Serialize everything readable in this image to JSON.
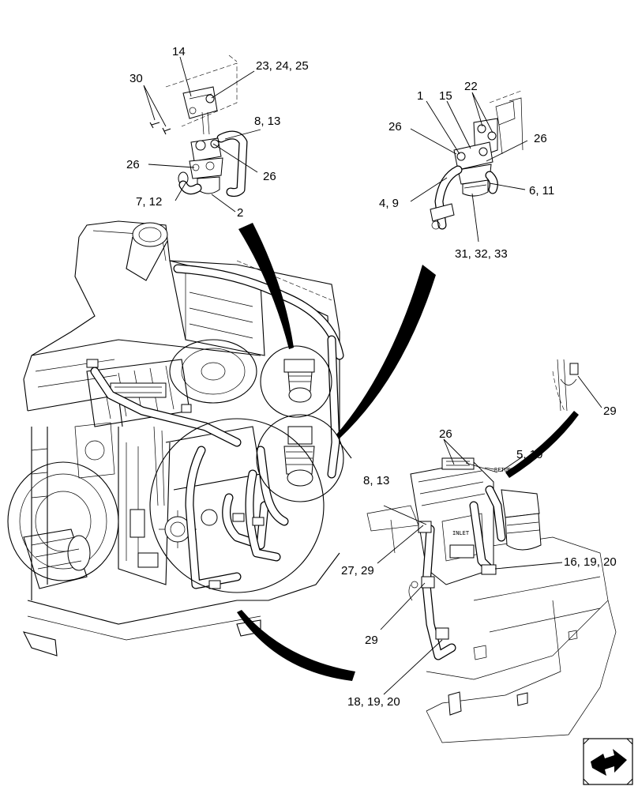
{
  "diagram": {
    "stamps": {
      "return": "RETURN",
      "inlet": "INLET"
    },
    "callouts": [
      {
        "id": "c14",
        "text": "14"
      },
      {
        "id": "c30",
        "text": "30"
      },
      {
        "id": "c23",
        "text": "23, 24, 25"
      },
      {
        "id": "c8a",
        "text": "8, 13"
      },
      {
        "id": "c26a",
        "text": "26"
      },
      {
        "id": "c26b",
        "text": "26"
      },
      {
        "id": "c7",
        "text": "7, 12"
      },
      {
        "id": "c2",
        "text": "2"
      },
      {
        "id": "c22",
        "text": "22"
      },
      {
        "id": "c1",
        "text": "1"
      },
      {
        "id": "c15",
        "text": "15"
      },
      {
        "id": "c26c",
        "text": "26"
      },
      {
        "id": "c26d",
        "text": "26"
      },
      {
        "id": "c6",
        "text": "6, 11"
      },
      {
        "id": "c4",
        "text": "4, 9"
      },
      {
        "id": "c31",
        "text": "31, 32, 33"
      },
      {
        "id": "c29a",
        "text": "29"
      },
      {
        "id": "c26e",
        "text": "26"
      },
      {
        "id": "c5",
        "text": "5, 10"
      },
      {
        "id": "c8b",
        "text": "8, 13"
      },
      {
        "id": "c27",
        "text": "27, 29"
      },
      {
        "id": "c16",
        "text": "16, 19, 20"
      },
      {
        "id": "c29b",
        "text": "29"
      },
      {
        "id": "c18",
        "text": "18, 19, 20"
      }
    ],
    "nav_icon": "next-page-arrow-icon"
  }
}
